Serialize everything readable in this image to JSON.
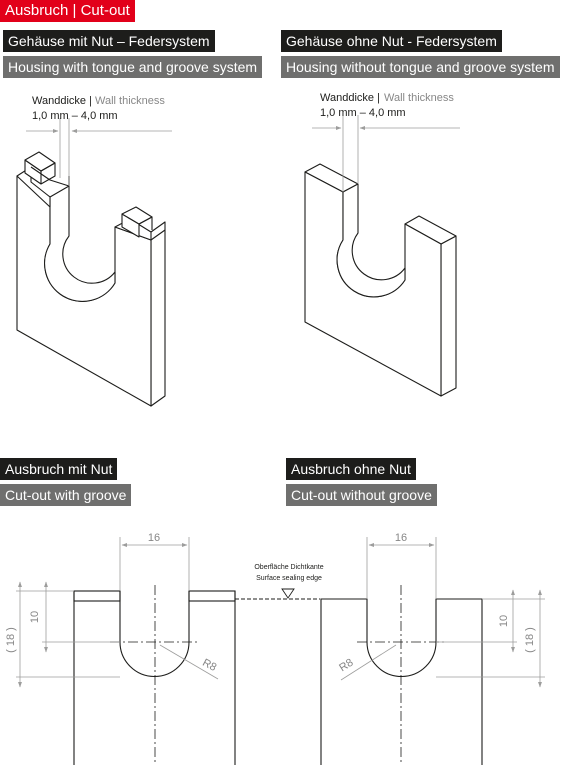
{
  "title": "Ausbruch | Cut-out",
  "sections": {
    "housing_with": {
      "de": "Gehäuse mit Nut – Federsystem",
      "en": "Housing with tongue and groove system",
      "wall_label_de": "Wanddicke",
      "wall_label_sep": " | ",
      "wall_label_en": "Wall thickness",
      "wall_range": "1,0 mm – 4,0 mm"
    },
    "housing_without": {
      "de": "Gehäuse ohne Nut - Federsystem",
      "en": "Housing without tongue and groove system",
      "wall_label_de": "Wanddicke",
      "wall_label_sep": " | ",
      "wall_label_en": "Wall thickness",
      "wall_range": "1,0 mm – 4,0 mm"
    },
    "cutout_with": {
      "de": "Ausbruch mit Nut",
      "en": "Cut-out with groove",
      "width": "16",
      "depth": "10",
      "total": "( 18 )",
      "radius": "R8"
    },
    "cutout_without": {
      "de": "Ausbruch ohne Nut",
      "en": "Cut-out without groove",
      "width": "16",
      "depth": "10",
      "total": "( 18 )",
      "radius": "R8"
    },
    "surface": {
      "de": "Oberfläche Dichtkante",
      "en": "Surface sealing edge"
    }
  },
  "colors": {
    "accent_red": "#e2001a",
    "label_black": "#1d1d1b",
    "label_grey": "#6f6f6e",
    "dimension_grey": "#9d9d9c",
    "line_black": "#1d1d1b"
  }
}
